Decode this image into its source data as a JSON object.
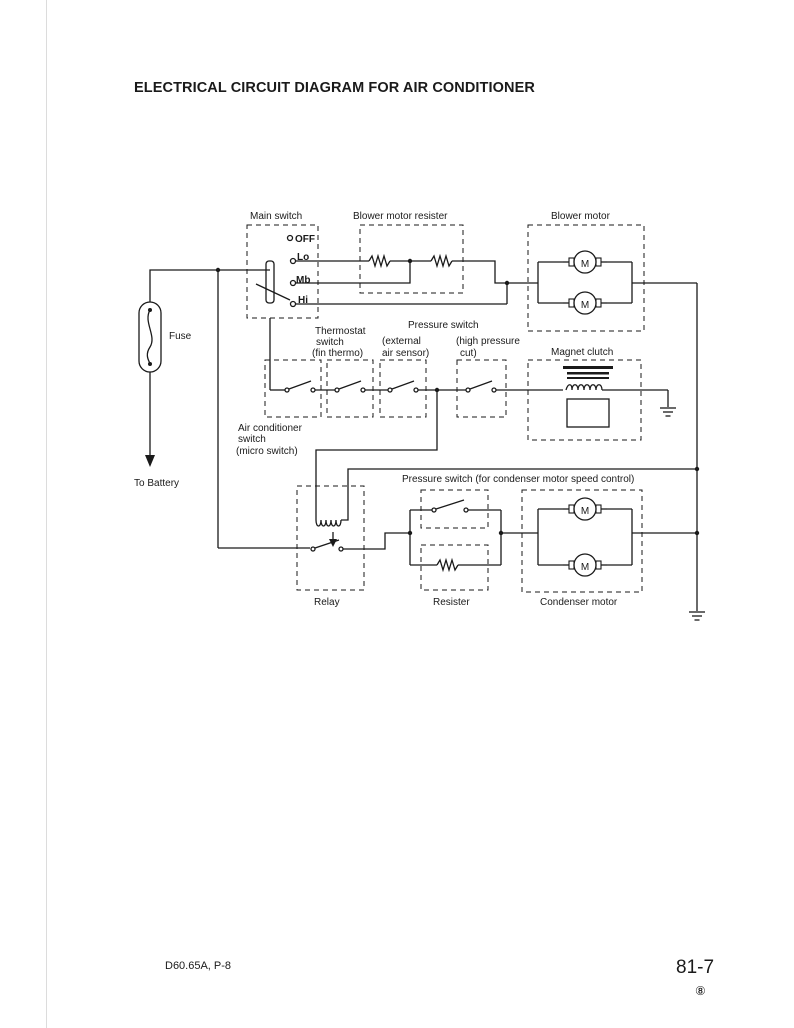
{
  "page": {
    "title": "ELECTRICAL CIRCUIT DIAGRAM FOR AIR CONDITIONER",
    "model_ref": "D60.65A, P-8",
    "page_number": "81-7",
    "revision_mark": "⑧"
  },
  "labels": {
    "main_switch": "Main switch",
    "blower_resister": "Blower motor resister",
    "blower_motor": "Blower motor",
    "fuse": "Fuse",
    "to_battery": "To Battery",
    "thermostat_1": "Thermostat",
    "thermostat_2": "switch",
    "thermostat_3": "(fin thermo)",
    "pressure_switch": "Pressure switch",
    "external_1": "(external",
    "external_2": "air sensor)",
    "high_pressure_1": "(high pressure",
    "high_pressure_2": "cut)",
    "magnet_clutch": "Magnet clutch",
    "ac_switch_1": "Air conditioner",
    "ac_switch_2": "switch",
    "ac_switch_3": "(micro switch)",
    "pressure_condenser": "Pressure switch (for condenser motor speed control)",
    "relay": "Relay",
    "resister": "Resister",
    "condenser_motor": "Condenser motor",
    "sw_off": "OFF",
    "sw_lo": "Lo",
    "sw_mb": "Mb",
    "sw_hi": "Hi",
    "motor_symbol": "M"
  }
}
